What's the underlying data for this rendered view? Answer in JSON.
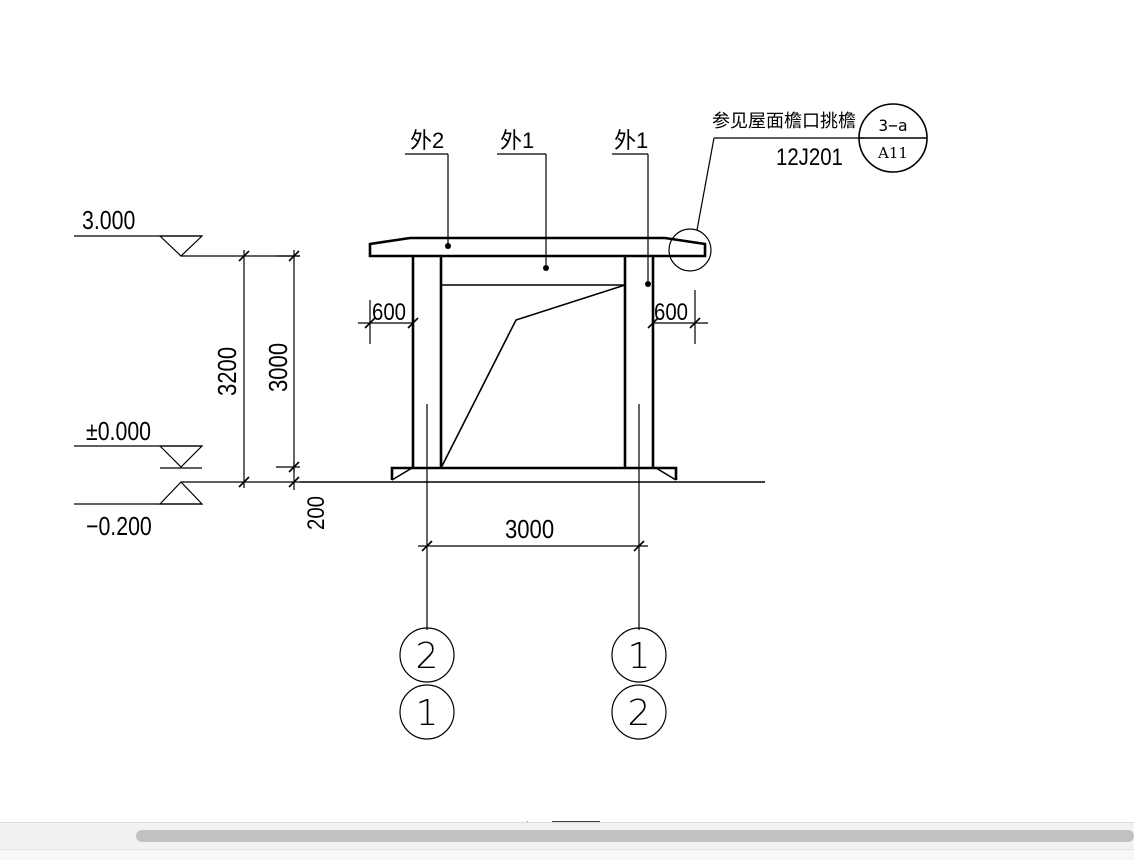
{
  "drawing": {
    "levels": {
      "top": "3.000",
      "ground": "±0.000",
      "bottom": "−0.200"
    },
    "dimensions": {
      "total_height": "3200",
      "column_height": "3000",
      "step": "200",
      "span": "3000",
      "overhang_left": "600",
      "overhang_right": "600"
    },
    "material_tags": {
      "left": "外2",
      "middle": "外1",
      "right": "外1"
    },
    "detail_reference": {
      "note": "参见屋面檐口挑檐",
      "atlas": "12J201",
      "detail_no": "3−a",
      "sheet_no": "A11"
    },
    "axis_labels": {
      "left_upper": "2",
      "left_lower": "1",
      "right_upper": "1",
      "right_lower": "2"
    }
  },
  "scrollbar": {
    "visible": true
  }
}
